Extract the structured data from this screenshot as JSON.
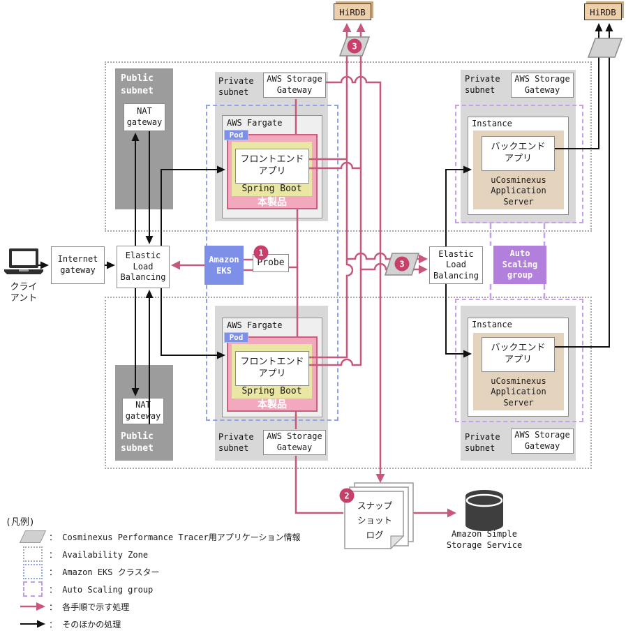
{
  "colors": {
    "flow_pink": "#c6587b",
    "badge_pink": "#c64069",
    "eks_blue": "#7d8fe6",
    "asg_purple": "#b27fdc",
    "asg_dash": "#c8a0ea",
    "eks_dash": "#8ea3ea",
    "az_dot": "#a8a8a8",
    "product_pink_fill": "#f2a9be",
    "product_pink_border": "#cc5f81",
    "spring_yellow": "#eae6a3",
    "ucosminexus_tan": "#e3d3bd",
    "hirdb_tan": "#edcfac",
    "public_subnet_gray": "#9c9c9c",
    "private_subnet_gray": "#d8d8d8",
    "dark_icon": "#3e3e3e"
  },
  "nodes": {
    "client": {
      "label": "クライ\nアント"
    },
    "internet_gateway": {
      "label": "Internet\ngateway"
    },
    "elastic_load_balancing": {
      "label": "Elastic\nLoad\nBalancing"
    },
    "amazon_eks": {
      "label": "Amazon\nEKS"
    },
    "probe": {
      "label": "Probe"
    },
    "public_subnet": {
      "label": "Public\nsubnet"
    },
    "private_subnet": {
      "label": "Private\nsubnet"
    },
    "nat_gateway": {
      "label": "NAT\ngateway"
    },
    "aws_storage_gateway": {
      "label": "AWS Storage\nGateway"
    },
    "aws_fargate": {
      "label": "AWS Fargate"
    },
    "pod": {
      "label": "Pod"
    },
    "frontend_app": {
      "label": "フロントエンド\nアプリ"
    },
    "spring_boot": {
      "label": "Spring Boot"
    },
    "product": {
      "label": "本製品"
    },
    "instance": {
      "label": "Instance"
    },
    "backend_app": {
      "label": "バックエンド\nアプリ"
    },
    "ucosminexus": {
      "label": "uCosminexus\nApplication\nServer"
    },
    "auto_scaling_group": {
      "label": "Auto\nScaling\ngroup"
    },
    "hirdb": {
      "label": "HiRDB"
    },
    "snapshot_log": {
      "line1": "スナップ",
      "line2": "ショット",
      "line3": "ログ"
    },
    "s3": {
      "label": "Amazon Simple\nStorage Service"
    }
  },
  "badges": {
    "one": "1",
    "two": "2",
    "three": "3"
  },
  "legend": {
    "title": "(凡例)",
    "rows": [
      {
        "icon": "parallelogram-icon",
        "label": "： Cosminexus Performance Tracer用アプリケーション情報"
      },
      {
        "icon": "az-dotted-box-icon",
        "label": "： Availability Zone"
      },
      {
        "icon": "eks-dotted-box-icon",
        "label": "： Amazon EKS クラスター"
      },
      {
        "icon": "asg-dashed-box-icon",
        "label": "： Auto Scaling group"
      },
      {
        "icon": "pink-arrow-icon",
        "label": "： 各手順で示す処理"
      },
      {
        "icon": "black-arrow-icon",
        "label": "： そのほかの処理"
      }
    ]
  }
}
